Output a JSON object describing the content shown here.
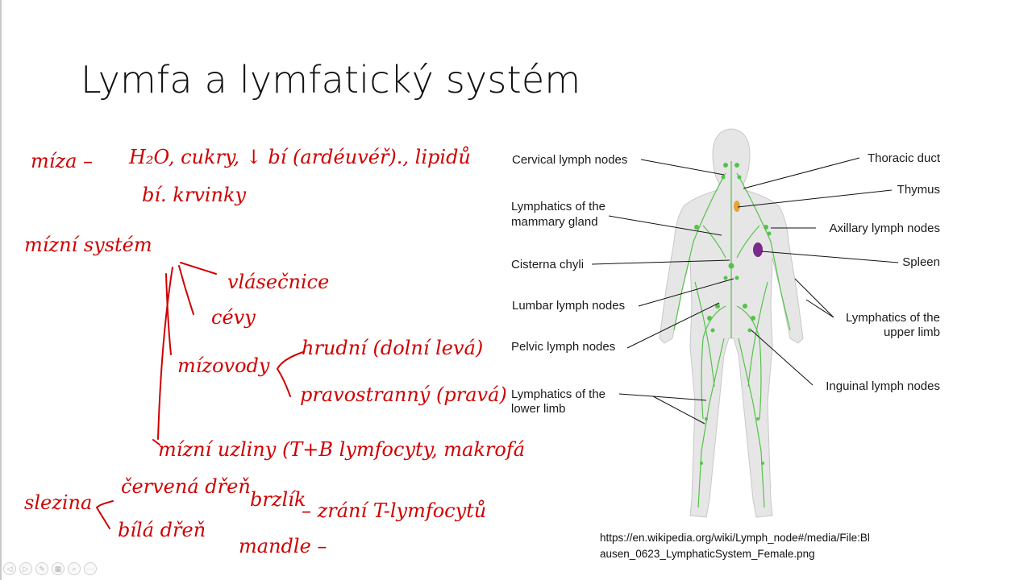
{
  "slide": {
    "title": "Lymfa a lymfatický systém"
  },
  "handwriting": {
    "color": "#d00000",
    "miza": "míza –",
    "miza_detail": "H₂O, cukry, ↓ bí (ardéuvéř)., lipidů",
    "krvinky": "bí. krvinky",
    "system": "mízní systém",
    "vlasecnice": "vlásečnice",
    "cevy": "cévy",
    "mizovody": "mízovody",
    "hrudni": "hrudní (dolní levá)",
    "pravostranny": "pravostranný (pravá)",
    "uzliny": "mízní uzliny (T+B lymfocyty, makrofágy)",
    "slezina": "slezina",
    "cervena": "červená dřeň",
    "bila": "bílá dřeň",
    "brzlik": "brzlík",
    "brzlik_detail": "– zrání T-lymfocytů",
    "mandle": "mandle –"
  },
  "diagram": {
    "body_color": "#dcdcdc",
    "lymph_color": "#55c24a",
    "labels_left": [
      {
        "line1": "Cervical lymph nodes",
        "line2": ""
      },
      {
        "line1": "Lymphatics of the",
        "line2": "mammary gland"
      },
      {
        "line1": "Cisterna chyli",
        "line2": ""
      },
      {
        "line1": "Lumbar lymph nodes",
        "line2": ""
      },
      {
        "line1": "Pelvic lymph nodes",
        "line2": ""
      },
      {
        "line1": "Lymphatics of the",
        "line2": "lower limb"
      }
    ],
    "labels_right": [
      {
        "line1": "Thoracic duct",
        "line2": ""
      },
      {
        "line1": "Thymus",
        "line2": ""
      },
      {
        "line1": "Axillary lymph nodes",
        "line2": ""
      },
      {
        "line1": "Spleen",
        "line2": ""
      },
      {
        "line1": "Lymphatics of the",
        "line2": "upper limb"
      },
      {
        "line1": "Inguinal lymph nodes",
        "line2": ""
      }
    ]
  },
  "source": {
    "line1": "https://en.wikipedia.org/wiki/Lymph_node#/media/File:Bl",
    "line2": "ausen_0623_LymphaticSystem_Female.png"
  },
  "toolbar": {
    "prev": "◁",
    "next": "▷",
    "pen": "✎",
    "slides": "▦",
    "zoom": "⌕",
    "more": "⋯"
  }
}
